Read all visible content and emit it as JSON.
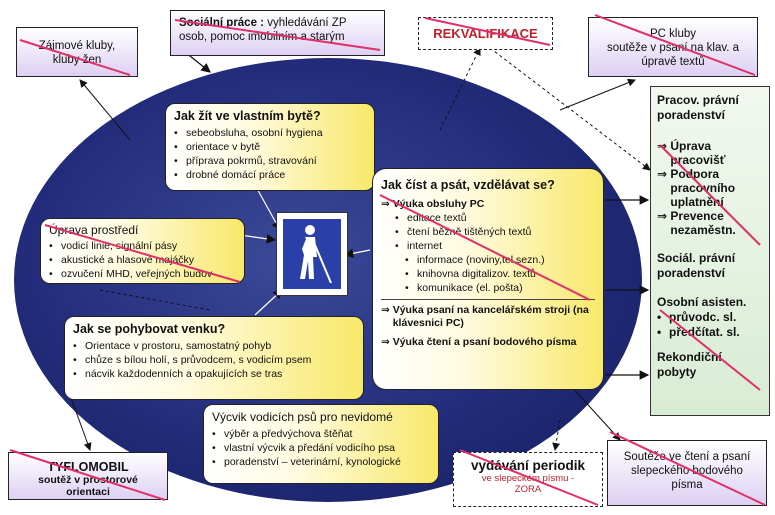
{
  "zajmove": {
    "text": "Zájmové kluby, kluby žen"
  },
  "socialni": {
    "title": "Sociální práce :",
    "text": "vyhledávání ZP osob, pomoc imobilním a starým"
  },
  "rekvalifikace": {
    "text": "REKVALIFIKACE"
  },
  "pcKluby": {
    "line1": "PC kluby",
    "line2": "soutěže v psaní na klav. a úpravě textů"
  },
  "byt": {
    "title": "Jak žít ve vlastním bytě?",
    "items": [
      "sebeobsluha, osobní hygiena",
      "orientace v bytě",
      "příprava pokrmů, stravování",
      "drobné domácí práce"
    ]
  },
  "uprava": {
    "title": "Úprava prostředí",
    "items": [
      "vodicí linie, signální pásy",
      "akustické a hlasové majáčky",
      "ozvučení MHD, veřejných budov"
    ]
  },
  "cist": {
    "title": "Jak číst a psát, vzdělávat se?",
    "arrow1": "Výuka obsluhy PC",
    "items": [
      "editace textů",
      "čtení běžně tištěných textů",
      "internet"
    ],
    "subitems": [
      "informace (noviny,tel.sezn.)",
      "knihovna digitalizov. textů",
      "komunikace (el. pošta)"
    ],
    "arrow2": "Výuka psaní na kancelářském stroji (na klávesnici PC)",
    "arrow3": "Výuka čtení a psaní bodového písma"
  },
  "pohybovat": {
    "title": "Jak se pohybovat venku?",
    "items": [
      "Orientace v prostoru, samostatný pohyb",
      "chůze s bílou holí, s průvodcem, s vodicím psem",
      "nácvik každodenních a opakujících se tras"
    ]
  },
  "vycvik": {
    "title": "Výcvik vodicích psů pro nevidomé",
    "items": [
      "výběr a předvýchova štěňat",
      "vlastní výcvik a předání vodicího psa",
      "poradenství – veterinární, kynologické"
    ]
  },
  "tyflomobil": {
    "line1": "TYFLOMOBIL",
    "line2": "soutěž v prostorové orientaci"
  },
  "periodik": {
    "line1": "vydávání periodik",
    "line2": "ve slepeckém písmu - ZORA"
  },
  "souteze": {
    "text": "Soutěže ve čtení a psaní slepeckého bodového písma"
  },
  "green": {
    "title1": "Pracov. právní poradenství",
    "items": [
      "Úprava pracovišť",
      "Podpora pracovního uplatnění",
      "Prevence nezaměstn."
    ],
    "title2": "Sociál. právní poradenství",
    "title3": "Osobní asisten.",
    "bullets": [
      "průvodc. sl.",
      "předčítat. sl."
    ],
    "title4": "Rekondiční pobyty"
  },
  "colors": {
    "ellipse": "#222c7a",
    "strike": "#e0306a",
    "green": "#d8ecd3",
    "purple": "#ddd0f3"
  }
}
